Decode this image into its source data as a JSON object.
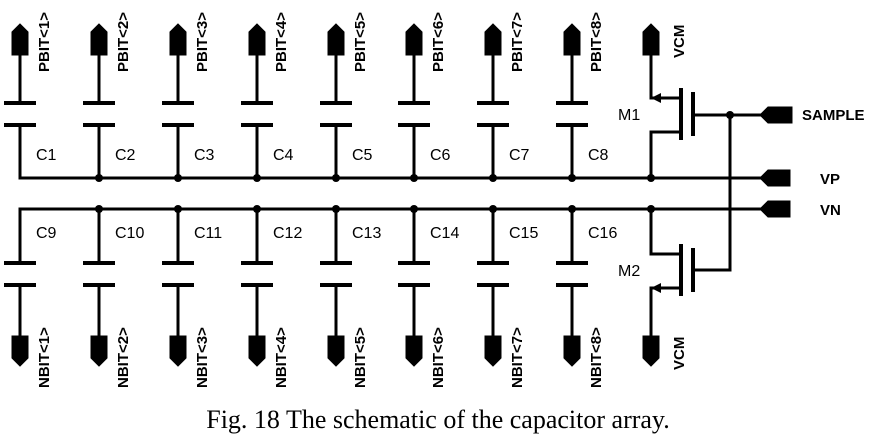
{
  "top_pins": [
    "PBIT<1>",
    "PBIT<2>",
    "PBIT<3>",
    "PBIT<4>",
    "PBIT<5>",
    "PBIT<6>",
    "PBIT<7>",
    "PBIT<8>"
  ],
  "bottom_pins": [
    "NBIT<1>",
    "NBIT<2>",
    "NBIT<3>",
    "NBIT<4>",
    "NBIT<5>",
    "NBIT<6>",
    "NBIT<7>",
    "NBIT<8>"
  ],
  "top_caps": [
    "C1",
    "C2",
    "C3",
    "C4",
    "C5",
    "C6",
    "C7",
    "C8"
  ],
  "bottom_caps": [
    "C9",
    "C10",
    "C11",
    "C12",
    "C13",
    "C14",
    "C15",
    "C16"
  ],
  "vcm_top": "VCM",
  "vcm_bottom": "VCM",
  "m1": "M1",
  "m2": "M2",
  "sample": "SAMPLE",
  "vp": "VP",
  "vn": "VN",
  "caption": "Fig. 18 The schematic of the capacitor array."
}
